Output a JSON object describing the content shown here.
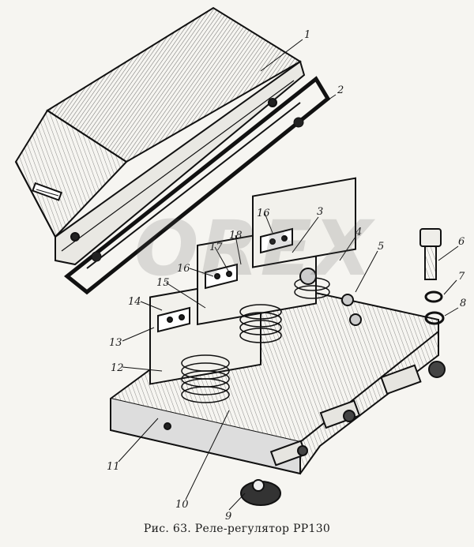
{
  "figure": {
    "caption": "Рис. 63. Реле-регулятор РР130",
    "watermark": "OREX",
    "callouts": [
      "1",
      "2",
      "3",
      "4",
      "5",
      "6",
      "7",
      "8",
      "9",
      "10",
      "11",
      "12",
      "13",
      "14",
      "15",
      "16",
      "16",
      "17",
      "18"
    ]
  }
}
